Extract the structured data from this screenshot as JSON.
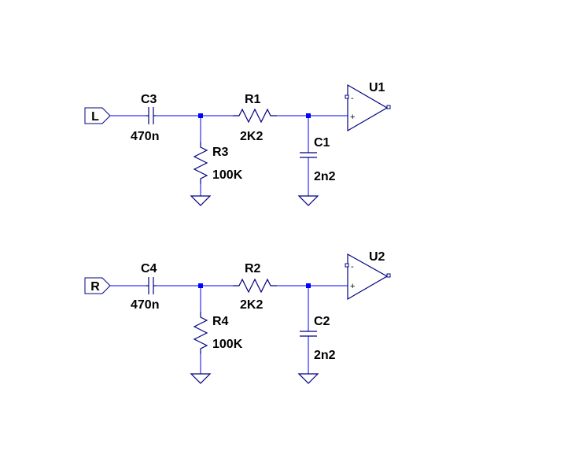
{
  "colors": {
    "wire": "#0000ff",
    "component": "#000080",
    "background": "#ffffff"
  },
  "channels": [
    {
      "port": "L",
      "input_cap": {
        "ref": "C3",
        "value": "470n"
      },
      "shunt_res": {
        "ref": "R3",
        "value": "100K"
      },
      "series_res": {
        "ref": "R1",
        "value": "2K2"
      },
      "shunt_cap": {
        "ref": "C1",
        "value": "2n2"
      },
      "opamp": {
        "ref": "U1",
        "minus": "-",
        "plus": "+"
      }
    },
    {
      "port": "R",
      "input_cap": {
        "ref": "C4",
        "value": "470n"
      },
      "shunt_res": {
        "ref": "R4",
        "value": "100K"
      },
      "series_res": {
        "ref": "R2",
        "value": "2K2"
      },
      "shunt_cap": {
        "ref": "C2",
        "value": "2n2"
      },
      "opamp": {
        "ref": "U2",
        "minus": "-",
        "plus": "+"
      }
    }
  ]
}
